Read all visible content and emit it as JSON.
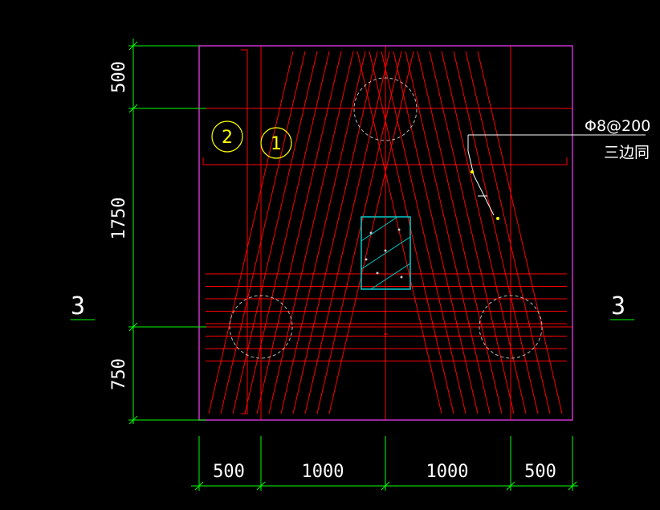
{
  "drawing": {
    "colors": {
      "background": "#000000",
      "outline": "#cc33cc",
      "rebar": "#ff0000",
      "dimension": "#00ff00",
      "column": "#00cccc",
      "pile": "#cccccc",
      "bubble": "#ffff00",
      "text": "#ffffff"
    },
    "vertical_dims": [
      "500",
      "1750",
      "750"
    ],
    "horizontal_dims": [
      "500",
      "1000",
      "1000",
      "500"
    ],
    "section_left": "3",
    "section_right": "3",
    "bubble_1": "1",
    "bubble_2": "2",
    "stirrup_spec": "Φ8@200",
    "stirrup_note": "三边同"
  }
}
